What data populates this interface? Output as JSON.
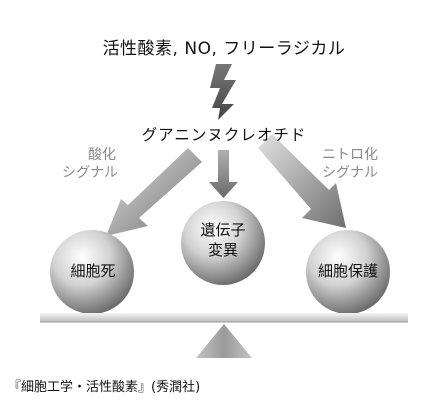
{
  "top_text": "活性酸素, NO, フリーラジカル",
  "center_text": "グアニンヌクレオチド",
  "left_signal": {
    "line1": "酸化",
    "line2": "シグナル"
  },
  "right_signal": {
    "line1": "ニトロ化",
    "line2": "シグナル"
  },
  "balls": {
    "left": "細胞死",
    "middle": {
      "line1": "遺伝子",
      "line2": "変異"
    },
    "right": "細胞保護"
  },
  "caption": "『細胞工学・活性酸素』(秀潤社)"
}
